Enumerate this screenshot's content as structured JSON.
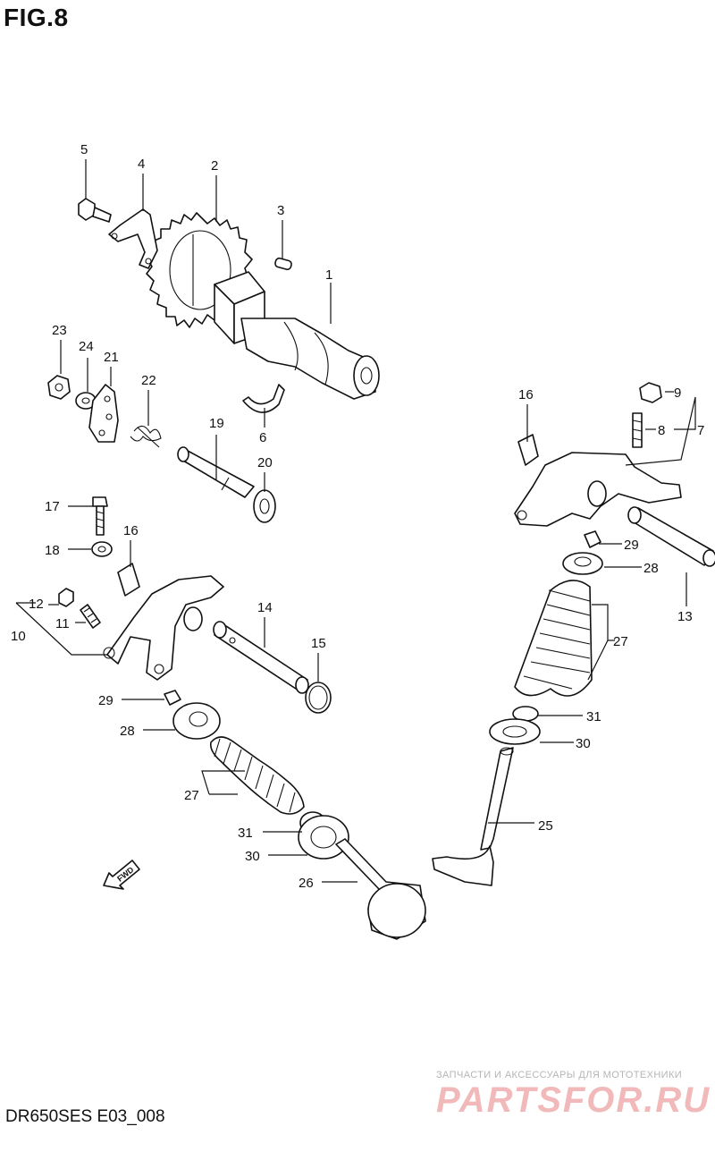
{
  "figure": {
    "title": "FIG.8",
    "code": "DR650SES E03_008"
  },
  "callouts": {
    "n1": "1",
    "n2": "2",
    "n3": "3",
    "n4": "4",
    "n5": "5",
    "n6": "6",
    "n7": "7",
    "n8": "8",
    "n9": "9",
    "n10": "10",
    "n11": "11",
    "n12": "12",
    "n13": "13",
    "n14": "14",
    "n15": "15",
    "n16a": "16",
    "n16b": "16",
    "n17": "17",
    "n18": "18",
    "n19": "19",
    "n20": "20",
    "n21": "21",
    "n22": "22",
    "n23": "23",
    "n24": "24",
    "n25": "25",
    "n26": "26",
    "n27a": "27",
    "n27b": "27",
    "n28a": "28",
    "n28b": "28",
    "n29a": "29",
    "n29b": "29",
    "n30a": "30",
    "n30b": "30",
    "n31a": "31",
    "n31b": "31"
  },
  "fwd_arrow": {
    "label": "FWD"
  },
  "watermark": {
    "tagline": "ЗАПЧАСТИ И АКСЕССУАРЫ ДЛЯ МОТОТЕХНИКИ",
    "brand": "PARTSFOR.RU",
    "color": "#f1b9b9"
  }
}
